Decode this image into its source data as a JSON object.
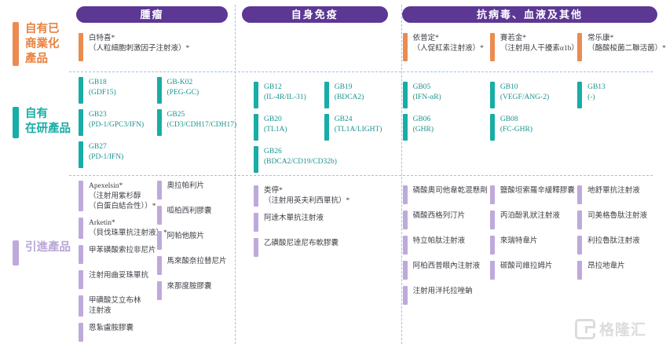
{
  "colors": {
    "purple": "#5C3794",
    "orange": "#EC8B50",
    "orange-text": "#E8823F",
    "teal": "#18ADA6",
    "teal-text": "#1B948E",
    "teal-text2": "#18ADA6",
    "lilac": "#BEA9DB",
    "lilac-text": "#B9A5D8",
    "dash": "#9DC3E6",
    "ink": "#3E3E46",
    "watermark": "#DCDCDC"
  },
  "row_labels": [
    {
      "text": "自有已\n商業化\n產品"
    },
    {
      "text": "自有\n在研產品"
    },
    {
      "text": "引進產品"
    }
  ],
  "watermark": {
    "logo_letter": "G",
    "text": "格隆汇"
  },
  "columns": [
    {
      "header": "腫瘤",
      "sections": {
        "commercialized": {
          "stacks": [
            [
              {
                "lines": [
                  "白特喜*",
                  "（人粒細胞刺激因子注射液）*"
                ]
              }
            ]
          ]
        },
        "pipeline": {
          "stacks": [
            [
              {
                "lines": [
                  "GB18",
                  "(GDF15)"
                ]
              },
              {
                "lines": [
                  "GB23",
                  "(PD-1/GPC3/IFN)"
                ]
              },
              {
                "lines": [
                  "GB27",
                  "(PD-1/IFN)"
                ]
              }
            ],
            [
              {
                "lines": [
                  "GB-K02",
                  "(PEG-GC)"
                ]
              },
              {
                "lines": [
                  "GB25",
                  "(CD3/CDH17/CDH17)"
                ]
              }
            ]
          ]
        },
        "licensed": {
          "stacks": [
            [
              {
                "lines": [
                  "Apexelsin*",
                  "（注射用紫杉醇",
                  "（白蛋白結合性））*"
                ]
              },
              {
                "lines": [
                  "Arketin*",
                  "（貝伐珠單抗注射液）*"
                ]
              },
              {
                "lines": [
                  "甲苯磺酸索拉非尼片"
                ]
              },
              {
                "lines": [
                  "注射用曲妥珠單抗"
                ]
              },
              {
                "lines": [
                  "甲磺酸艾立布林",
                  "注射液"
                ]
              },
              {
                "lines": [
                  "恩紮盧胺膠囊"
                ]
              }
            ],
            [
              {
                "lines": [
                  "奧拉帕利片"
                ]
              },
              {
                "lines": [
                  "呱柏西利膠囊"
                ]
              },
              {
                "lines": [
                  "阿帕他胺片"
                ]
              },
              {
                "lines": [
                  "馬來酸奈拉替尼片"
                ]
              },
              {
                "lines": [
                  "來那度胺膠囊"
                ]
              }
            ]
          ]
        }
      }
    },
    {
      "header": "自身免疫",
      "sections": {
        "commercialized": {
          "stacks": []
        },
        "pipeline": {
          "stacks": [
            [
              {
                "lines": [
                  "GB12",
                  "(IL-4R/IL-31)"
                ]
              },
              {
                "lines": [
                  "GB20",
                  "(TL1A)"
                ]
              },
              {
                "lines": [
                  "GB26",
                  "(BDCA2/CD19/CD32b)"
                ]
              }
            ],
            [
              {
                "lines": [
                  "GB19",
                  "(BDCA2)"
                ]
              },
              {
                "lines": [
                  "GB24",
                  "(TL1A/LIGHT)"
                ]
              }
            ]
          ]
        },
        "licensed": {
          "stacks": [
            [
              {
                "lines": [
                  "类停*",
                  "（注射用英夫利西單抗）*"
                ]
              },
              {
                "lines": [
                  "阿達木單抗注射液"
                ]
              },
              {
                "lines": [
                  "乙磺酸尼達尼布軟膠囊"
                ]
              }
            ]
          ]
        }
      }
    },
    {
      "header": "抗病毒、血液及其他",
      "sections": {
        "commercialized": {
          "stacks": [
            [
              {
                "lines": [
                  "依普定*",
                  "（人促紅素注射液）*"
                ]
              }
            ],
            [
              {
                "lines": [
                  "賽若金*",
                  "（注射用人干擾素α1b）*"
                ]
              }
            ],
            [
              {
                "lines": [
                  "常乐康*",
                  "（酪酸梭菌二聯活菌）*"
                ]
              }
            ]
          ]
        },
        "pipeline": {
          "stacks": [
            [
              {
                "lines": [
                  "GB05",
                  "(IFN-αR)"
                ]
              },
              {
                "lines": [
                  "GB06",
                  "(GHR)"
                ]
              }
            ],
            [
              {
                "lines": [
                  "GB10",
                  "(VEGF/ANG-2)"
                ]
              },
              {
                "lines": [
                  "GB08",
                  "(FC-GHR)"
                ]
              }
            ],
            [
              {
                "lines": [
                  "GB13",
                  "(-)"
                ]
              }
            ]
          ]
        },
        "licensed": {
          "stacks": [
            [
              {
                "lines": [
                  "磷酸奧司他韋乾混懸劑"
                ]
              },
              {
                "lines": [
                  "磷酸西格列汀片"
                ]
              },
              {
                "lines": [
                  "特立帕肽注射液"
                ]
              },
              {
                "lines": [
                  "阿柏西普眼內注射液"
                ]
              },
              {
                "lines": [
                  "注射用泮托拉唑鈉"
                ]
              }
            ],
            [
              {
                "lines": [
                  "鹽酸坦索羅辛緩釋膠囊"
                ]
              },
              {
                "lines": [
                  "丙泊酚乳狀注射液"
                ]
              },
              {
                "lines": [
                  "來瑞特韋片"
                ]
              },
              {
                "lines": [
                  "碳酸司維拉姆片"
                ]
              }
            ],
            [
              {
                "lines": [
                  "地舒單抗注射液"
                ]
              },
              {
                "lines": [
                  "司美格魯肽注射液"
                ]
              },
              {
                "lines": [
                  "利拉魯肽注射液"
                ]
              },
              {
                "lines": [
                  "昂拉地韋片"
                ]
              }
            ]
          ]
        }
      }
    }
  ]
}
